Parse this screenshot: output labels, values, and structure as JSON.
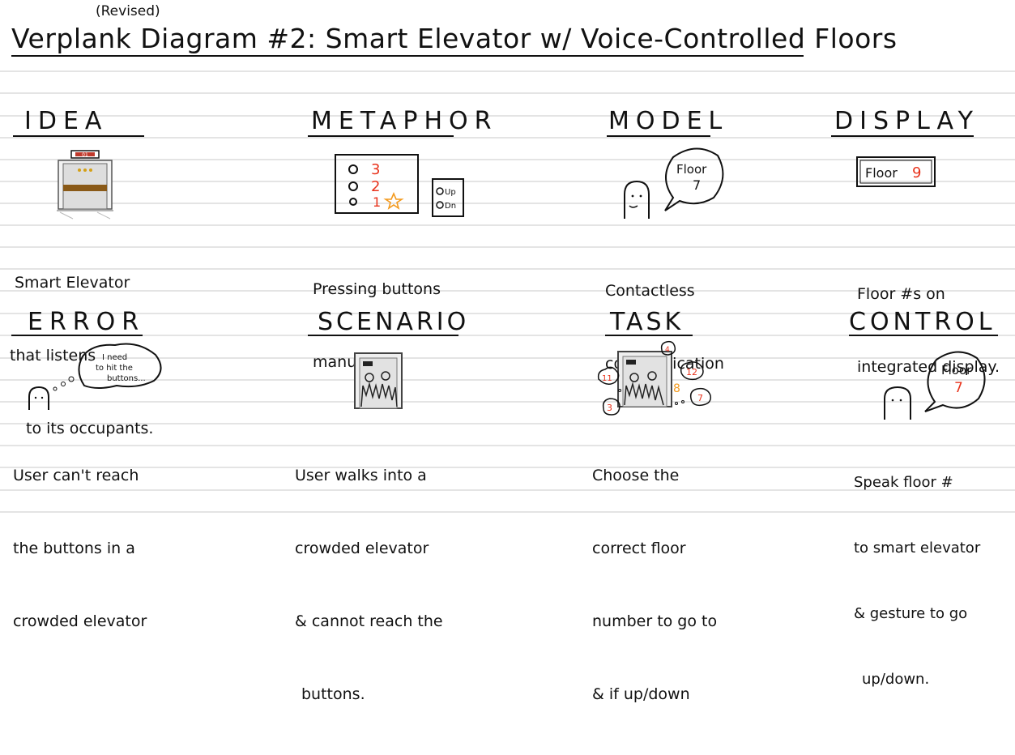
{
  "page": {
    "revised_note": "(Revised)",
    "title": "Verplank Diagram #2: Smart Elevator w/ Voice-Controlled Floors"
  },
  "cells": [
    {
      "key": "idea",
      "title": "IDEA",
      "description": [
        "Smart Elevator",
        "that listens",
        "to its occupants."
      ]
    },
    {
      "key": "metaphor",
      "title": "METAPHOR",
      "description": [
        "Pressing buttons",
        "manually."
      ]
    },
    {
      "key": "model",
      "title": "MODEL",
      "description": [
        "Contactless",
        "communication"
      ]
    },
    {
      "key": "display",
      "title": "DISPLAY",
      "description": [
        "Floor #s on",
        "integrated display."
      ]
    },
    {
      "key": "error",
      "title": "ERROR",
      "description": [
        "User can't reach",
        "the buttons in a",
        "crowded elevator"
      ]
    },
    {
      "key": "scenario",
      "title": "SCENARIO",
      "description": [
        "User walks into a",
        "crowded elevator",
        "& cannot reach the",
        "buttons."
      ]
    },
    {
      "key": "task",
      "title": "TASK",
      "description": [
        "Choose the",
        "correct floor",
        "number to go to",
        "& if up/down"
      ]
    },
    {
      "key": "control",
      "title": "CONTROL",
      "description": [
        "Speak floor #",
        "to smart elevator",
        "& gesture to go",
        "up/down."
      ]
    }
  ],
  "sketches": {
    "idea_elevator_panel": "01",
    "metaphor_floor_numbers": [
      "3",
      "2",
      "1"
    ],
    "metaphor_remote_labels": [
      "Up",
      "Dn"
    ],
    "model_speech": [
      "Floor",
      "7"
    ],
    "display_text": "Floor",
    "display_number": "9",
    "error_thought": [
      "I need",
      "to hit the",
      "buttons..."
    ],
    "task_floor_bubbles": [
      "11",
      "4",
      "12",
      "8",
      "7",
      "3"
    ],
    "control_speech": [
      "Floor",
      "7"
    ]
  },
  "colors": {
    "ink": "#111111",
    "accent_red": "#e8331c",
    "accent_orange": "#f39a1e",
    "ruled_line": "#c8c8c8",
    "elevator_band": "#8a5a18"
  },
  "icons": [
    "elevator-icon",
    "button-panel-icon",
    "remote-icon",
    "person-icon",
    "speech-bubble-icon",
    "thought-bubble-icon",
    "crowded-elevator-icon",
    "display-icon"
  ]
}
